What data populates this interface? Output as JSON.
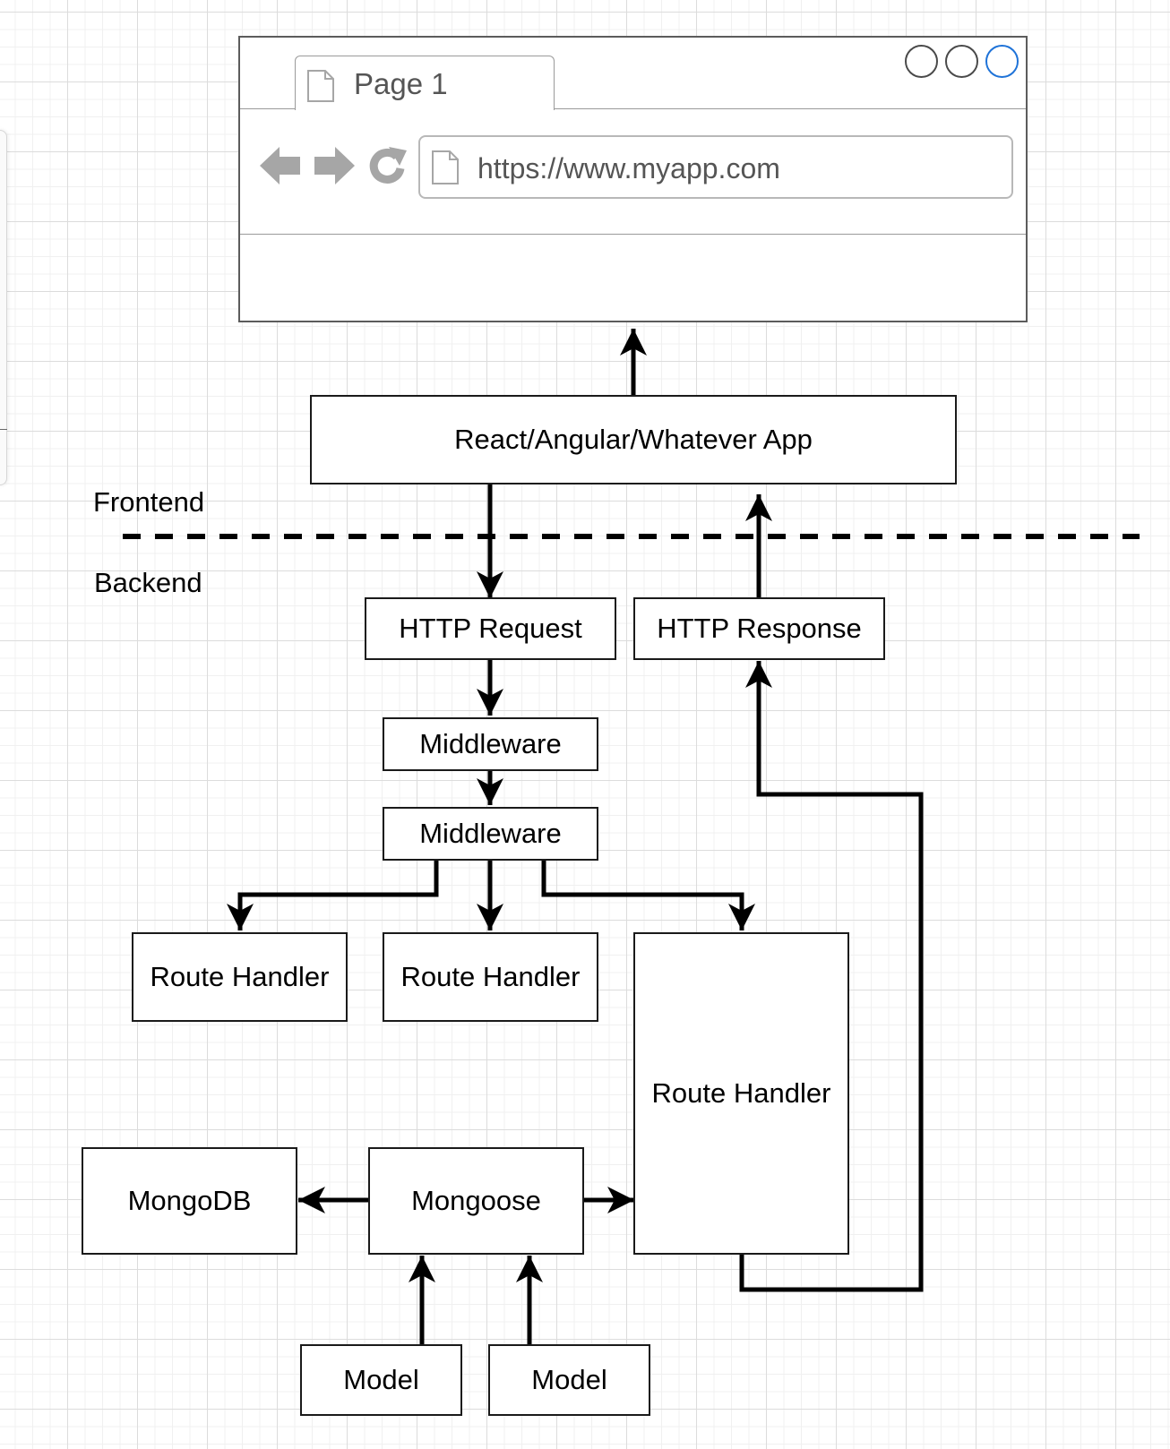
{
  "browser": {
    "tab_title": "Page 1",
    "url": "https://www.myapp.com"
  },
  "diagram": {
    "app_box": "React/Angular/Whatever App",
    "frontend_label": "Frontend",
    "backend_label": "Backend",
    "http_request": "HTTP Request",
    "http_response": "HTTP Response",
    "middleware_1": "Middleware",
    "middleware_2": "Middleware",
    "route_handler_1": "Route Handler",
    "route_handler_2": "Route Handler",
    "route_handler_3": "Route Handler",
    "mongodb": "MongoDB",
    "mongoose": "Mongoose",
    "model_1": "Model",
    "model_2": "Model"
  },
  "colors": {
    "line": "#000000",
    "accent": "#1f73d8",
    "chrome_gray": "#a6a6a6"
  },
  "icons": [
    "page-icon",
    "back-arrow-icon",
    "forward-arrow-icon",
    "reload-icon",
    "window-control-icon"
  ]
}
